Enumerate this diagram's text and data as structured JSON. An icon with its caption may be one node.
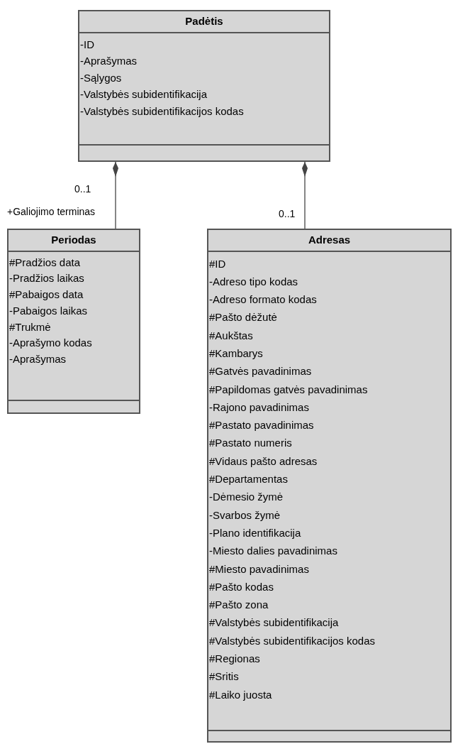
{
  "diagram": {
    "nodes": [
      {
        "text": [
          "Padėtis",
          "-ID",
          "-Aprašymas",
          "-Sąlygos",
          "-Valstybės subidentifikacija",
          "-Valstybės subidentifikacijos kodas"
        ]
      },
      {
        "text": [
          "Periodas",
          "#Pradžios data",
          "-Pradžios laikas",
          "#Pabaigos data",
          "-Pabaigos laikas",
          "#Trukmė",
          "-Aprašymo kodas",
          "-Aprašymas"
        ]
      },
      {
        "text": [
          "Adresas",
          "#ID",
          "-Adreso tipo kodas",
          "-Adreso formato kodas",
          "#Pašto dėžutė",
          "#Aukštas",
          "#Kambarys",
          "#Gatvės pavadinimas",
          "#Papildomas gatvės pavadinimas",
          "-Rajono pavadinimas",
          "#Pastato pavadinimas",
          "#Pastato numeris",
          "#Vidaus pašto adresas",
          "#Departamentas",
          "-Dėmesio žymė",
          "-Svarbos žymė",
          "-Plano identifikacija",
          "-Miesto dalies pavadinimas",
          "#Miesto pavadinimas",
          "#Pašto kodas",
          "#Pašto zona",
          "#Valstybės subidentifikacija",
          "#Valstybės subidentifikacijos kodas",
          "#Regionas",
          "#Sritis",
          "#Laiko juosta"
        ]
      }
    ],
    "edges": [
      {
        "from": 0,
        "to": 1,
        "arrow": "other"
      },
      {
        "from": 0,
        "to": 2,
        "arrow": "other"
      }
    ],
    "labels": [
      "0..1",
      "+Galiojimo terminas",
      "0..1"
    ]
  }
}
